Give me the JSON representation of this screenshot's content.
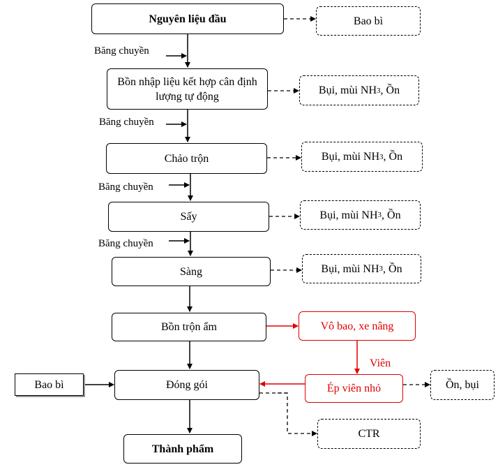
{
  "nodes": {
    "raw_material": "Nguyên liệu đầu",
    "packaging_top": "Bao bì",
    "feed_bin": "Bồn nhập liệu kết hợp cân định lượng tự động",
    "emission_1": "Bụi, mùi NH3, Ồn",
    "mixing_pan": "Chảo trộn",
    "emission_2": "Bụi, mùi NH3, Ồn",
    "dryer": "Sấy",
    "emission_3": "Bụi, mùi NH3, Ồn",
    "screening": "Sàng",
    "emission_4": "Bụi, mùi NH3, Ồn",
    "humid_mix_tank": "Bồn trộn ẩm",
    "bagging_forklift": "Vô bao, xe nâng",
    "packing": "Đóng gói",
    "packaging_left": "Bao bì",
    "pellet_press": "Ép viên nhỏ",
    "noise_dust": "Ồn, bụi",
    "solid_waste": "CTR",
    "finished_product": "Thành phẩm"
  },
  "labels": {
    "conveyor_1": "Băng chuyền",
    "conveyor_2": "Băng chuyền",
    "conveyor_3": "Băng chuyền",
    "conveyor_4": "Băng chuyền",
    "pellet": "Viên"
  },
  "colors": {
    "highlight": "#e00000",
    "line": "#000000"
  }
}
